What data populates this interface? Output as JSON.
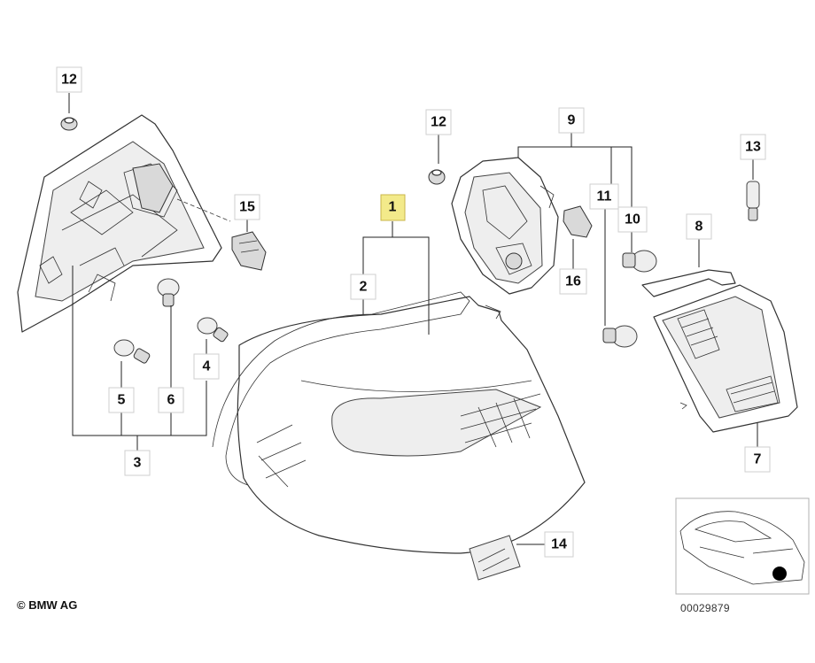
{
  "copyright": "© BMW AG",
  "diagram_number": "00029879",
  "callouts": [
    "1",
    "2",
    "3",
    "4",
    "5",
    "6",
    "7",
    "8",
    "9",
    "10",
    "11",
    "12",
    "12",
    "13",
    "14",
    "15",
    "16"
  ],
  "highlight_color": "#f3ea8a"
}
